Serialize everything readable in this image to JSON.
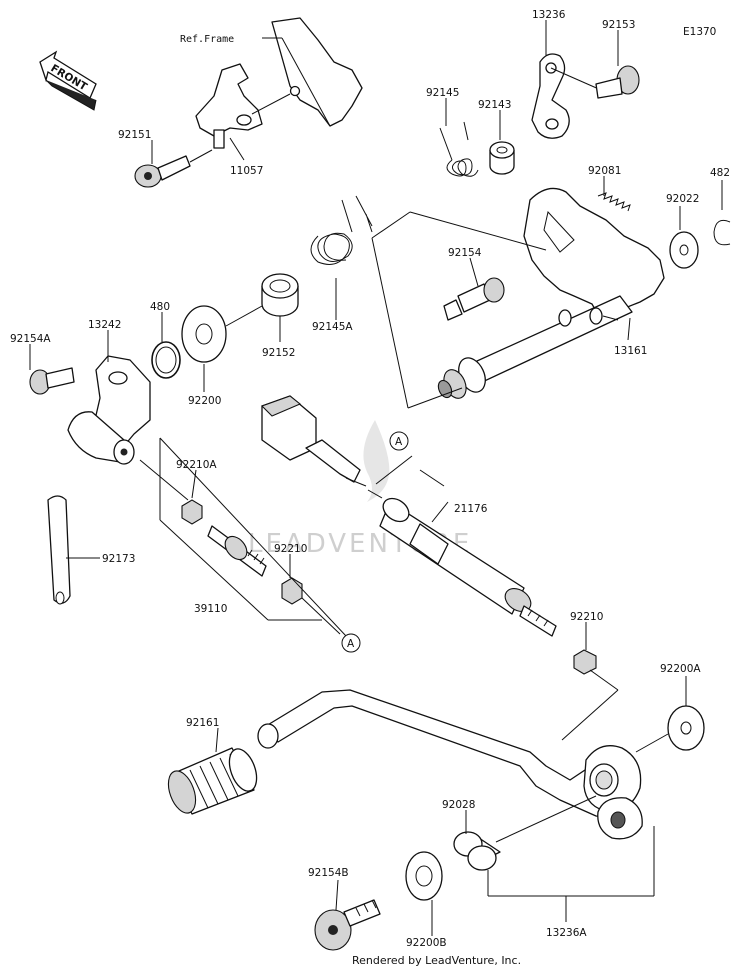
{
  "diagram_code": "E1370",
  "footer": "Rendered by LeadVenture, Inc.",
  "watermark": "LEADVENTURE",
  "front_label": "FRONT",
  "ref_frame": "Ref.Frame",
  "callout": "A",
  "labels": {
    "p13236": "13236",
    "p92153": "92153",
    "p92145": "92145",
    "p92143": "92143",
    "p92151": "92151",
    "p11057": "11057",
    "p92081": "92081",
    "p92022": "92022",
    "p482": "482",
    "p92154": "92154",
    "p13161": "13161",
    "p92145A": "92145A",
    "p92152": "92152",
    "p480": "480",
    "p92200": "92200",
    "p92154A": "92154A",
    "p13242": "13242",
    "p92210A": "92210A",
    "p21176": "21176",
    "p92173": "92173",
    "p92210a": "92210",
    "p39110": "39110",
    "p92210b": "92210",
    "p92200A": "92200A",
    "p92161": "92161",
    "p92028": "92028",
    "p92154B": "92154B",
    "p92200B": "92200B",
    "p13236A": "13236A"
  }
}
